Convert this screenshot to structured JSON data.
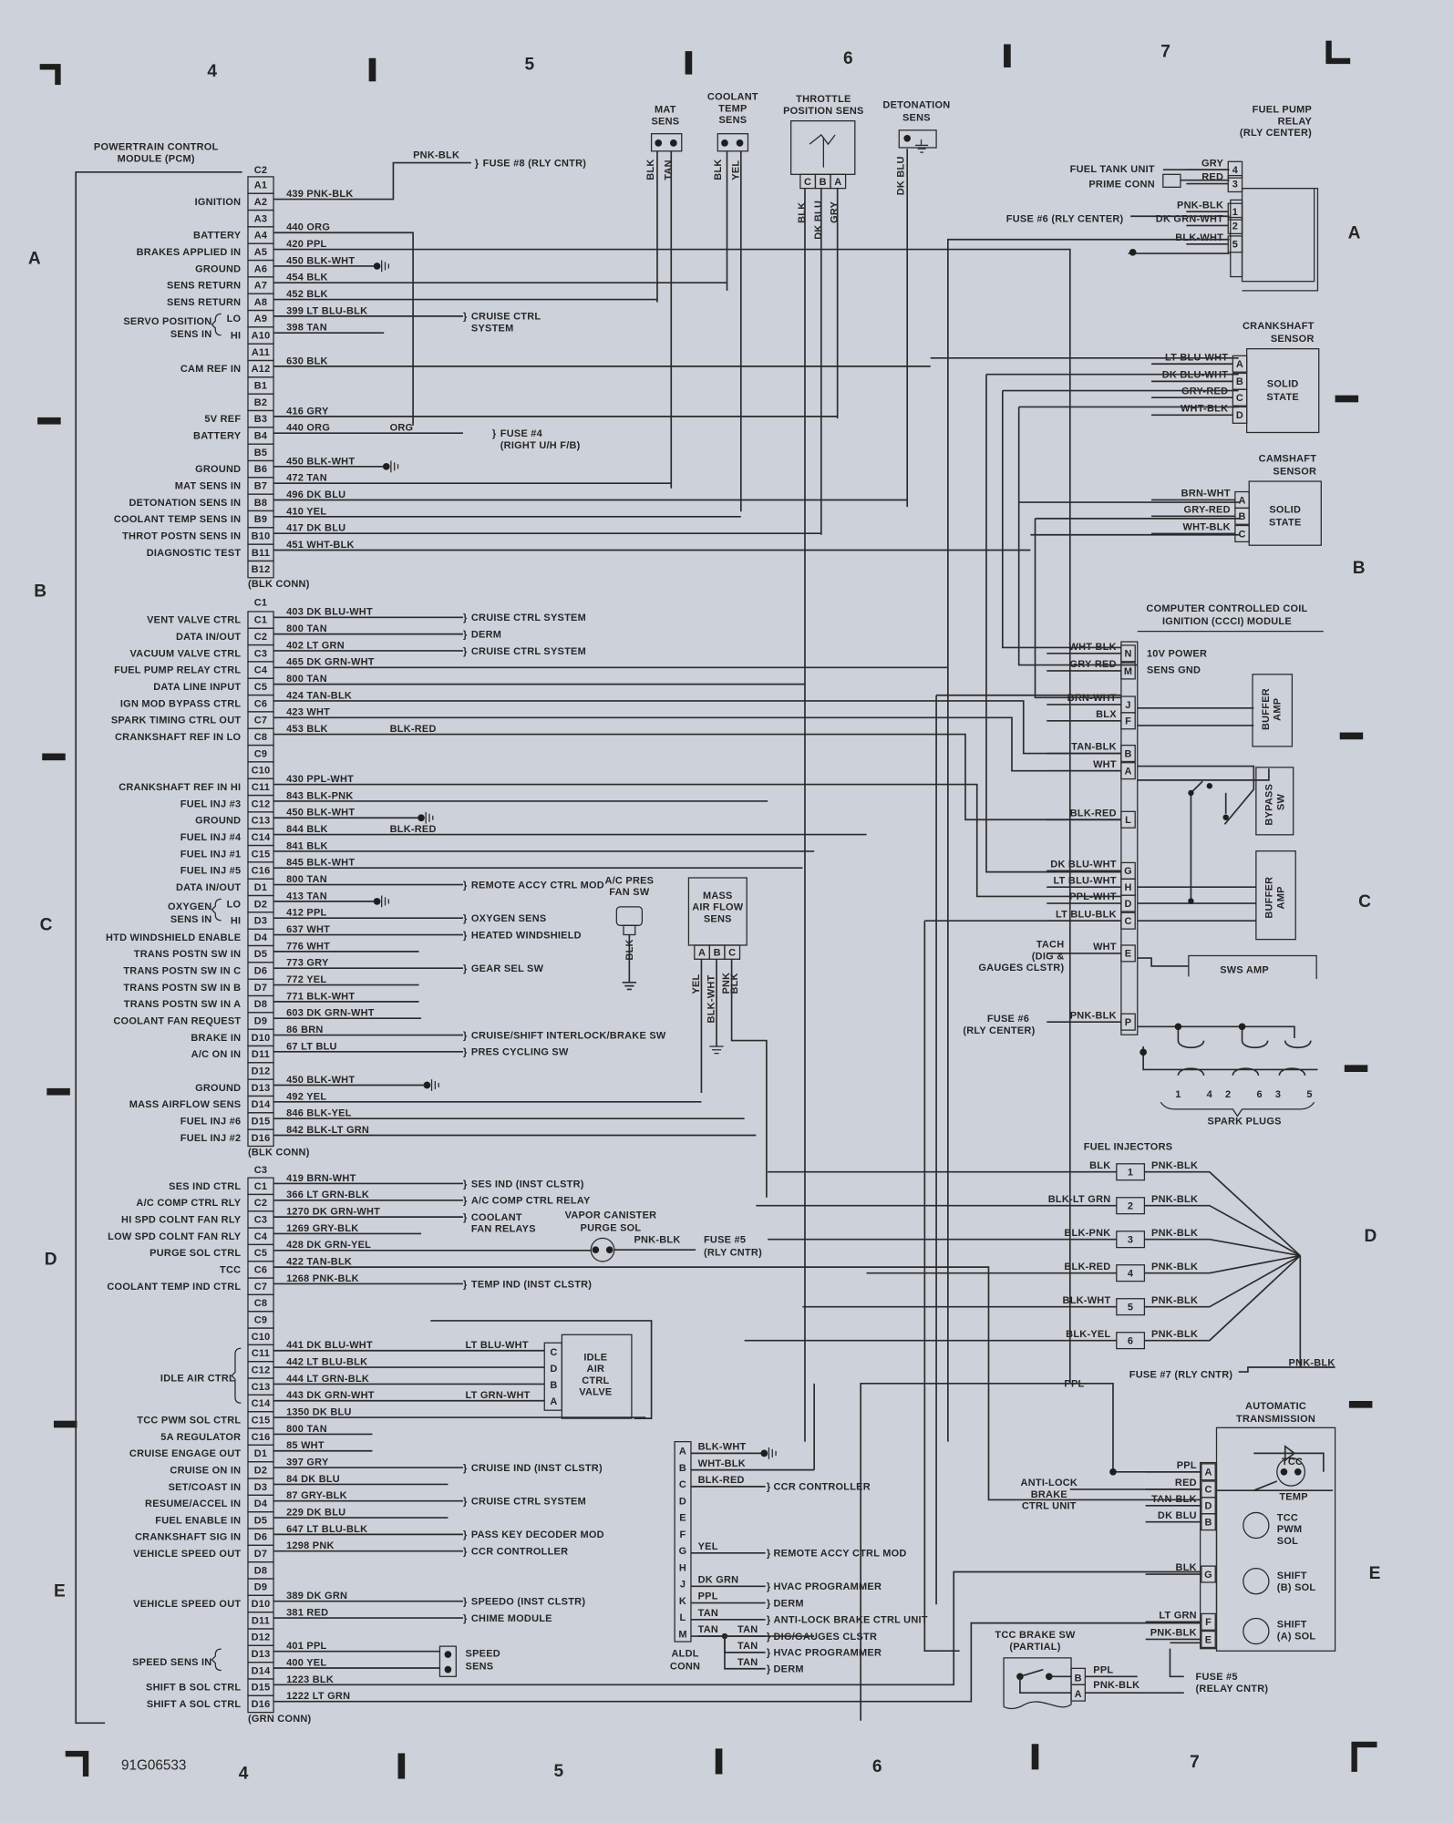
{
  "doc_id": "91G06533",
  "grid": {
    "top": [
      "4",
      "5",
      "6",
      "7"
    ],
    "bottom": [
      "4",
      "5",
      "6",
      "7"
    ],
    "left": [
      "A",
      "B",
      "C",
      "D",
      "E"
    ],
    "right": [
      "A",
      "B",
      "C",
      "D",
      "E"
    ]
  },
  "pcm": {
    "title_1": "POWERTRAIN CONTROL",
    "title_2": "MODULE (PCM)",
    "connectors": [
      {
        "name": "C2",
        "footer": "(BLK CONN)",
        "pins": [
          {
            "pin": "A1",
            "label": "",
            "wire": ""
          },
          {
            "pin": "A2",
            "label": "IGNITION",
            "wire": "439 PNK-BLK",
            "dest": "FUSE #8 (RLY CNTR)",
            "splice": "PNK-BLK"
          },
          {
            "pin": "A3",
            "label": "",
            "wire": ""
          },
          {
            "pin": "A4",
            "label": "BATTERY",
            "wire": "440 ORG"
          },
          {
            "pin": "A5",
            "label": "BRAKES APPLIED IN",
            "wire": "420 PPL"
          },
          {
            "pin": "A6",
            "label": "GROUND",
            "wire": "450 BLK-WHT"
          },
          {
            "pin": "A7",
            "label": "SENS RETURN",
            "wire": "454 BLK"
          },
          {
            "pin": "A8",
            "label": "SENS RETURN",
            "wire": "452 BLK"
          },
          {
            "pin": "A9",
            "label": "LO",
            "wire": "399 LT BLU-BLK",
            "dest": "CRUISE CTRL",
            "dest2": "SYSTEM"
          },
          {
            "pin": "A10",
            "label": "HI",
            "wire": "398 TAN"
          },
          {
            "pin": "A11",
            "label": "",
            "wire": ""
          },
          {
            "pin": "A12",
            "label": "CAM REF IN",
            "wire": "630 BLK"
          },
          {
            "pin": "B1",
            "label": "",
            "wire": ""
          },
          {
            "pin": "B2",
            "label": "",
            "wire": ""
          },
          {
            "pin": "B3",
            "label": "5V REF",
            "wire": "416 GRY"
          },
          {
            "pin": "B4",
            "label": "BATTERY",
            "wire": "440 ORG",
            "splice": "ORG",
            "dest": "FUSE #4",
            "dest2": "(RIGHT U/H F/B)"
          },
          {
            "pin": "B5",
            "label": "",
            "wire": ""
          },
          {
            "pin": "B6",
            "label": "GROUND",
            "wire": "450 BLK-WHT"
          },
          {
            "pin": "B7",
            "label": "MAT SENS IN",
            "wire": "472 TAN"
          },
          {
            "pin": "B8",
            "label": "DETONATION SENS IN",
            "wire": "496 DK BLU"
          },
          {
            "pin": "B9",
            "label": "COOLANT TEMP SENS IN",
            "wire": "410 YEL"
          },
          {
            "pin": "B10",
            "label": "THROT POSTN SENS IN",
            "wire": "417 DK BLU"
          },
          {
            "pin": "B11",
            "label": "DIAGNOSTIC TEST",
            "wire": "451 WHT-BLK"
          },
          {
            "pin": "B12",
            "label": "",
            "wire": ""
          }
        ]
      },
      {
        "name": "C1",
        "footer": "(BLK CONN)",
        "pins": [
          {
            "pin": "C1",
            "label": "VENT VALVE CTRL",
            "wire": "403 DK BLU-WHT",
            "dest": "CRUISE CTRL SYSTEM"
          },
          {
            "pin": "C2",
            "label": "DATA IN/OUT",
            "wire": "800 TAN",
            "dest": "DERM"
          },
          {
            "pin": "C3",
            "label": "VACUUM VALVE CTRL",
            "wire": "402 LT GRN",
            "dest": "CRUISE CTRL SYSTEM"
          },
          {
            "pin": "C4",
            "label": "FUEL PUMP RELAY CTRL",
            "wire": "465 DK GRN-WHT"
          },
          {
            "pin": "C5",
            "label": "DATA LINE INPUT",
            "wire": "800 TAN"
          },
          {
            "pin": "C6",
            "label": "IGN MOD BYPASS CTRL",
            "wire": "424 TAN-BLK"
          },
          {
            "pin": "C7",
            "label": "SPARK TIMING CTRL OUT",
            "wire": "423 WHT"
          },
          {
            "pin": "C8",
            "label": "CRANKSHAFT REF IN LO",
            "wire": "453 BLK",
            "splice": "BLK-RED"
          },
          {
            "pin": "C9",
            "label": "",
            "wire": ""
          },
          {
            "pin": "C10",
            "label": "",
            "wire": ""
          },
          {
            "pin": "C11",
            "label": "CRANKSHAFT REF IN HI",
            "wire": "430 PPL-WHT"
          },
          {
            "pin": "C12",
            "label": "FUEL INJ #3",
            "wire": "843 BLK-PNK"
          },
          {
            "pin": "C13",
            "label": "GROUND",
            "wire": "450 BLK-WHT"
          },
          {
            "pin": "C14",
            "label": "FUEL INJ #4",
            "wire": "844 BLK",
            "splice": "BLK-RED"
          },
          {
            "pin": "C15",
            "label": "FUEL INJ #1",
            "wire": "841 BLK"
          },
          {
            "pin": "C16",
            "label": "FUEL INJ #5",
            "wire": "845 BLK-WHT"
          },
          {
            "pin": "D1",
            "label": "DATA IN/OUT",
            "wire": "800 TAN",
            "dest": "REMOTE ACCY CTRL MOD"
          },
          {
            "pin": "D2",
            "label": "LO",
            "wire": "413 TAN"
          },
          {
            "pin": "D3",
            "label": "HI",
            "wire": "412 PPL",
            "dest": "OXYGEN SENS"
          },
          {
            "pin": "D4",
            "label": "HTD WINDSHIELD ENABLE",
            "wire": "637 WHT",
            "dest": "HEATED WINDSHIELD"
          },
          {
            "pin": "D5",
            "label": "TRANS POSTN SW IN",
            "wire": "776 WHT"
          },
          {
            "pin": "D6",
            "label": "TRANS POSTN SW IN C",
            "wire": "773 GRY",
            "dest": "GEAR SEL SW"
          },
          {
            "pin": "D7",
            "label": "TRANS POSTN SW IN B",
            "wire": "772 YEL"
          },
          {
            "pin": "D8",
            "label": "TRANS POSTN SW IN A",
            "wire": "771 BLK-WHT"
          },
          {
            "pin": "D9",
            "label": "COOLANT FAN REQUEST",
            "wire": "603 DK GRN-WHT"
          },
          {
            "pin": "D10",
            "label": "BRAKE IN",
            "wire": "86 BRN",
            "dest": "CRUISE/SHIFT INTERLOCK/BRAKE SW"
          },
          {
            "pin": "D11",
            "label": "A/C ON IN",
            "wire": "67 LT BLU",
            "dest": "PRES CYCLING SW"
          },
          {
            "pin": "D12",
            "label": "",
            "wire": ""
          },
          {
            "pin": "D13",
            "label": "GROUND",
            "wire": "450 BLK-WHT"
          },
          {
            "pin": "D14",
            "label": "MASS AIRFLOW SENS",
            "wire": "492 YEL"
          },
          {
            "pin": "D15",
            "label": "FUEL INJ #6",
            "wire": "846 BLK-YEL"
          },
          {
            "pin": "D16",
            "label": "FUEL INJ #2",
            "wire": "842 BLK-LT GRN"
          }
        ]
      },
      {
        "name": "C3",
        "footer": "(GRN CONN)",
        "pins": [
          {
            "pin": "C1",
            "label": "SES IND CTRL",
            "wire": "419 BRN-WHT",
            "dest": "SES IND (INST CLSTR)"
          },
          {
            "pin": "C2",
            "label": "A/C COMP CTRL RLY",
            "wire": "366 LT GRN-BLK",
            "dest": "A/C COMP CTRL RELAY"
          },
          {
            "pin": "C3",
            "label": "HI SPD COLNT FAN RLY",
            "wire": "1270 DK GRN-WHT",
            "dest": "COOLANT",
            "dest2": "FAN RELAYS"
          },
          {
            "pin": "C4",
            "label": "LOW SPD COLNT FAN RLY",
            "wire": "1269 GRY-BLK"
          },
          {
            "pin": "C5",
            "label": "PURGE SOL CTRL",
            "wire": "428 DK GRN-YEL"
          },
          {
            "pin": "C6",
            "label": "TCC",
            "wire": "422 TAN-BLK"
          },
          {
            "pin": "C7",
            "label": "COOLANT TEMP IND CTRL",
            "wire": "1268 PNK-BLK",
            "dest": "TEMP IND (INST CLSTR)"
          },
          {
            "pin": "C8",
            "label": "",
            "wire": ""
          },
          {
            "pin": "C9",
            "label": "",
            "wire": ""
          },
          {
            "pin": "C10",
            "label": "",
            "wire": ""
          },
          {
            "pin": "C11",
            "label": "",
            "wire": "441 DK BLU-WHT",
            "splice": "LT BLU-WHT"
          },
          {
            "pin": "C12",
            "label": "",
            "wire": "442 LT BLU-BLK"
          },
          {
            "pin": "C13",
            "label": "",
            "wire": "444 LT GRN-BLK"
          },
          {
            "pin": "C14",
            "label": "",
            "wire": "443 DK GRN-WHT",
            "splice": "LT GRN-WHT"
          },
          {
            "pin": "C15",
            "label": "TCC PWM SOL CTRL",
            "wire": "1350 DK BLU"
          },
          {
            "pin": "C16",
            "label": "5A REGULATOR",
            "wire": "800 TAN"
          },
          {
            "pin": "D1",
            "label": "CRUISE ENGAGE OUT",
            "wire": "85 WHT"
          },
          {
            "pin": "D2",
            "label": "CRUISE ON IN",
            "wire": "397 GRY",
            "dest": "CRUISE IND (INST CLSTR)"
          },
          {
            "pin": "D3",
            "label": "SET/COAST IN",
            "wire": "84 DK BLU"
          },
          {
            "pin": "D4",
            "label": "RESUME/ACCEL IN",
            "wire": "87 GRY-BLK",
            "dest": "CRUISE CTRL SYSTEM"
          },
          {
            "pin": "D5",
            "label": "FUEL ENABLE IN",
            "wire": "229 DK BLU"
          },
          {
            "pin": "D6",
            "label": "CRANKSHAFT SIG IN",
            "wire": "647 LT BLU-BLK",
            "dest": "PASS KEY DECODER MOD"
          },
          {
            "pin": "D7",
            "label": "VEHICLE SPEED OUT",
            "wire": "1298 PNK",
            "dest": "CCR CONTROLLER"
          },
          {
            "pin": "D8",
            "label": "",
            "wire": ""
          },
          {
            "pin": "D9",
            "label": "",
            "wire": ""
          },
          {
            "pin": "D10",
            "label": "VEHICLE SPEED OUT",
            "wire": "389 DK GRN",
            "dest": "SPEEDO (INST CLSTR)"
          },
          {
            "pin": "D11",
            "label": "",
            "wire": "381 RED",
            "dest": "CHIME MODULE"
          },
          {
            "pin": "D12",
            "label": "",
            "wire": ""
          },
          {
            "pin": "D13",
            "label": "",
            "wire": "401 PPL"
          },
          {
            "pin": "D14",
            "label": "",
            "wire": "400 YEL"
          },
          {
            "pin": "D15",
            "label": "SHIFT B SOL CTRL",
            "wire": "1223 BLK"
          },
          {
            "pin": "D16",
            "label": "SHIFT A SOL CTRL",
            "wire": "1222 LT GRN"
          }
        ]
      }
    ],
    "groups": [
      {
        "conn": 0,
        "from": 8,
        "to": 9,
        "text1": "SERVO POSITION",
        "text2": "SENS IN"
      },
      {
        "conn": 1,
        "from": 17,
        "to": 18,
        "text1": "OXYGEN",
        "text2": "SENS IN"
      },
      {
        "conn": 2,
        "from": 10,
        "to": 13,
        "text1": "IDLE AIR CTRL",
        "text2": ""
      },
      {
        "conn": 2,
        "from": 28,
        "to": 29,
        "text1": "SPEED SENS IN",
        "text2": ""
      }
    ]
  },
  "components": {
    "mat_sens": {
      "title1": "MAT",
      "title2": "SENS",
      "w1": "BLK",
      "w2": "TAN"
    },
    "coolant_temp_sens": {
      "title1": "COOLANT",
      "title2": "TEMP",
      "title3": "SENS",
      "w1": "BLK",
      "w2": "YEL"
    },
    "throttle_position_sens": {
      "title1": "THROTTLE",
      "title2": "POSITION SENS",
      "pins": [
        "C",
        "B",
        "A"
      ],
      "w1": "BLK",
      "w2": "DK BLU",
      "w3": "GRY"
    },
    "detonation_sens": {
      "title1": "DETONATION",
      "title2": "SENS",
      "w1": "DK BLU"
    },
    "fuel_pump_relay": {
      "title1": "FUEL PUMP",
      "title2": "RELAY",
      "title3": "(RLY CENTER)",
      "pins": [
        "4",
        "3",
        "1",
        "2",
        "5"
      ],
      "wires": [
        "GRY",
        "RED",
        "PNK-BLK",
        "DK GRN-WHT",
        "BLK-WHT"
      ],
      "fuel_tank_unit": "FUEL TANK UNIT",
      "prime_conn": "PRIME CONN",
      "fuse": "FUSE #6 (RLY CENTER)"
    },
    "crankshaft_sensor": {
      "title1": "CRANKSHAFT",
      "title2": "SENSOR",
      "pins": [
        "A",
        "B",
        "C",
        "D"
      ],
      "wires": [
        "LT BLU-WHT",
        "DK BLU-WHT",
        "GRY-RED",
        "WHT-BLK"
      ],
      "body1": "SOLID",
      "body2": "STATE"
    },
    "camshaft_sensor": {
      "title1": "CAMSHAFT",
      "title2": "SENSOR",
      "pins": [
        "A",
        "B",
        "C"
      ],
      "wires": [
        "BRN-WHT",
        "GRY-RED",
        "WHT-BLK"
      ],
      "body1": "SOLID",
      "body2": "STATE"
    },
    "ccci_module": {
      "title1": "COMPUTER CONTROLLED COIL",
      "title2": "IGNITION (CCCI) MODULE",
      "power": "10V POWER",
      "sens_gnd": "SENS GND",
      "pins": [
        {
          "pin": "N",
          "wire": "WHT-BLK"
        },
        {
          "pin": "M",
          "wire": "GRY-RED"
        },
        {
          "pin": "J",
          "wire": "BRN-WHT"
        },
        {
          "pin": "F",
          "wire": "BLX"
        },
        {
          "pin": "B",
          "wire": "TAN-BLK"
        },
        {
          "pin": "A",
          "wire": "WHT"
        },
        {
          "pin": "L",
          "wire": "BLK-RED"
        },
        {
          "pin": "G",
          "wire": "DK BLU-WHT"
        },
        {
          "pin": "H",
          "wire": "LT BLU-WHT"
        },
        {
          "pin": "D",
          "wire": "PPL-WHT"
        },
        {
          "pin": "C",
          "wire": "LT BLU-BLK"
        },
        {
          "pin": "E",
          "wire": "WHT"
        },
        {
          "pin": "P",
          "wire": "PNK-BLK"
        }
      ],
      "buffer_amp": "BUFFER",
      "buffer_amp2": "AMP",
      "bypass_sw": "BYPASS",
      "bypass_sw2": "SW",
      "sws_amp": "SWS AMP",
      "tach1": "TACH",
      "tach2": "(DIG &",
      "tach3": "GAUGES CLSTR)",
      "fuse1": "FUSE #6",
      "fuse2": "(RLY CENTER)",
      "spark_plugs": "SPARK PLUGS",
      "plug_numbers": [
        "1",
        "4",
        "2",
        "6",
        "3",
        "5"
      ]
    },
    "fuel_injectors": {
      "title": "FUEL INJECTORS",
      "wires": [
        "BLK",
        "BLK-LT GRN",
        "BLK-PNK",
        "BLK-RED",
        "BLK-WHT",
        "BLK-YEL"
      ],
      "numbers": [
        "1",
        "2",
        "3",
        "4",
        "5",
        "6"
      ],
      "feed": "PNK-BLK",
      "fuse": "FUSE #7 (RLY CNTR)",
      "fuse_wire": "PNK-BLK"
    },
    "automatic_transmission": {
      "title1": "AUTOMATIC",
      "title2": "TRANSMISSION",
      "ppl": "PPL",
      "pins": [
        {
          "pin": "A",
          "wire": "PPL"
        },
        {
          "pin": "C",
          "wire": "RED"
        },
        {
          "pin": "D",
          "wire": "TAN-BLK"
        },
        {
          "pin": "B",
          "wire": "DK BLU"
        },
        {
          "pin": "G",
          "wire": "BLK"
        },
        {
          "pin": "F",
          "wire": "LT GRN"
        },
        {
          "pin": "E",
          "wire": "PNK-BLK"
        }
      ],
      "tcc": "TCC",
      "temp": "TEMP",
      "tcc_pwm1": "TCC",
      "tcc_pwm2": "PWM",
      "tcc_pwm3": "SOL",
      "shift_b1": "SHIFT",
      "shift_b2": "(B) SOL",
      "shift_a1": "SHIFT",
      "shift_a2": "(A) SOL",
      "abs1": "ANTI-LOCK",
      "abs2": "BRAKE",
      "abs3": "CTRL UNIT"
    },
    "tcc_brake_sw": {
      "title1": "TCC BRAKE SW",
      "title2": "(PARTIAL)",
      "pins": [
        "B",
        "A"
      ],
      "wires": [
        "PPL",
        "PNK-BLK"
      ],
      "fuse1": "FUSE #5",
      "fuse2": "(RELAY CNTR)"
    },
    "aldl_conn": {
      "title1": "ALDL",
      "title2": "CONN",
      "pins": [
        "A",
        "B",
        "C",
        "D",
        "E",
        "F",
        "G",
        "H",
        "J",
        "K",
        "L",
        "M"
      ],
      "wires": [
        {
          "w": "BLK-WHT",
          "dest": ""
        },
        {
          "w": "WHT-BLK",
          "dest": ""
        },
        {
          "w": "BLK-RED",
          "dest": "CCR CONTROLLER"
        },
        {
          "w": "YEL",
          "dest": "REMOTE ACCY CTRL MOD"
        },
        {
          "w": "DK GRN",
          "dest": "HVAC PROGRAMMER"
        },
        {
          "w": "PPL",
          "dest": "DERM"
        },
        {
          "w": "TAN",
          "dest": "ANTI-LOCK BRAKE CTRL UNIT"
        },
        {
          "w": "TAN",
          "dest": ""
        }
      ],
      "branches": [
        {
          "w": "TAN",
          "dest": "DIG/GAUGES CLSTR"
        },
        {
          "w": "TAN",
          "dest": "HVAC PROGRAMMER"
        },
        {
          "w": "TAN",
          "dest": "DERM"
        }
      ]
    },
    "idle_air_valve": {
      "t1": "IDLE",
      "t2": "AIR",
      "t3": "CTRL",
      "t4": "VALVE",
      "pins": [
        "C",
        "D",
        "B",
        "A"
      ]
    },
    "mass_air_flow": {
      "t1": "MASS",
      "t2": "AIR FLOW",
      "t3": "SENS",
      "pins": [
        "A",
        "B",
        "C"
      ],
      "w1": "YEL",
      "w2": "BLK-WHT",
      "w3": "PNK",
      "w4": "BLK"
    },
    "ac_pres_fan_sw": {
      "t1": "A/C PRES",
      "t2": "FAN SW",
      "w1": "BLK"
    },
    "purge_sol": {
      "t1": "VAPOR CANISTER",
      "t2": "PURGE SOL",
      "wire": "PNK-BLK",
      "fuse1": "FUSE #5",
      "fuse2": "(RLY CNTR)"
    },
    "speed_sens": {
      "t1": "SPEED",
      "t2": "SENS"
    }
  }
}
